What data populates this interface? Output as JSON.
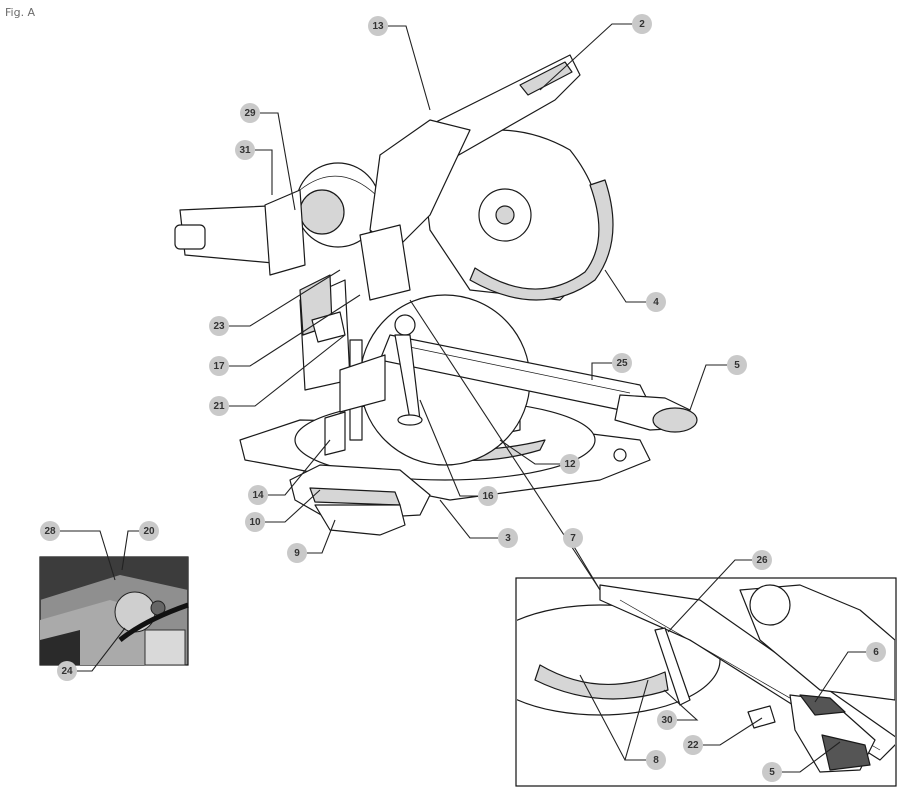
{
  "figure_label": "Fig. A",
  "callouts": [
    {
      "id": "c13",
      "label": "13"
    },
    {
      "id": "c2",
      "label": "2"
    },
    {
      "id": "c29",
      "label": "29"
    },
    {
      "id": "c31",
      "label": "31"
    },
    {
      "id": "c4",
      "label": "4"
    },
    {
      "id": "c23",
      "label": "23"
    },
    {
      "id": "c17",
      "label": "17"
    },
    {
      "id": "c25",
      "label": "25"
    },
    {
      "id": "c5a",
      "label": "5"
    },
    {
      "id": "c21",
      "label": "21"
    },
    {
      "id": "c12",
      "label": "12"
    },
    {
      "id": "c14",
      "label": "14"
    },
    {
      "id": "c16",
      "label": "16"
    },
    {
      "id": "c10",
      "label": "10"
    },
    {
      "id": "c3",
      "label": "3"
    },
    {
      "id": "c9",
      "label": "9"
    },
    {
      "id": "c7",
      "label": "7"
    },
    {
      "id": "c28",
      "label": "28"
    },
    {
      "id": "c20",
      "label": "20"
    },
    {
      "id": "c24",
      "label": "24"
    },
    {
      "id": "c26",
      "label": "26"
    },
    {
      "id": "c6",
      "label": "6"
    },
    {
      "id": "c30",
      "label": "30"
    },
    {
      "id": "c22",
      "label": "22"
    },
    {
      "id": "c8",
      "label": "8"
    },
    {
      "id": "c5b",
      "label": "5"
    }
  ]
}
